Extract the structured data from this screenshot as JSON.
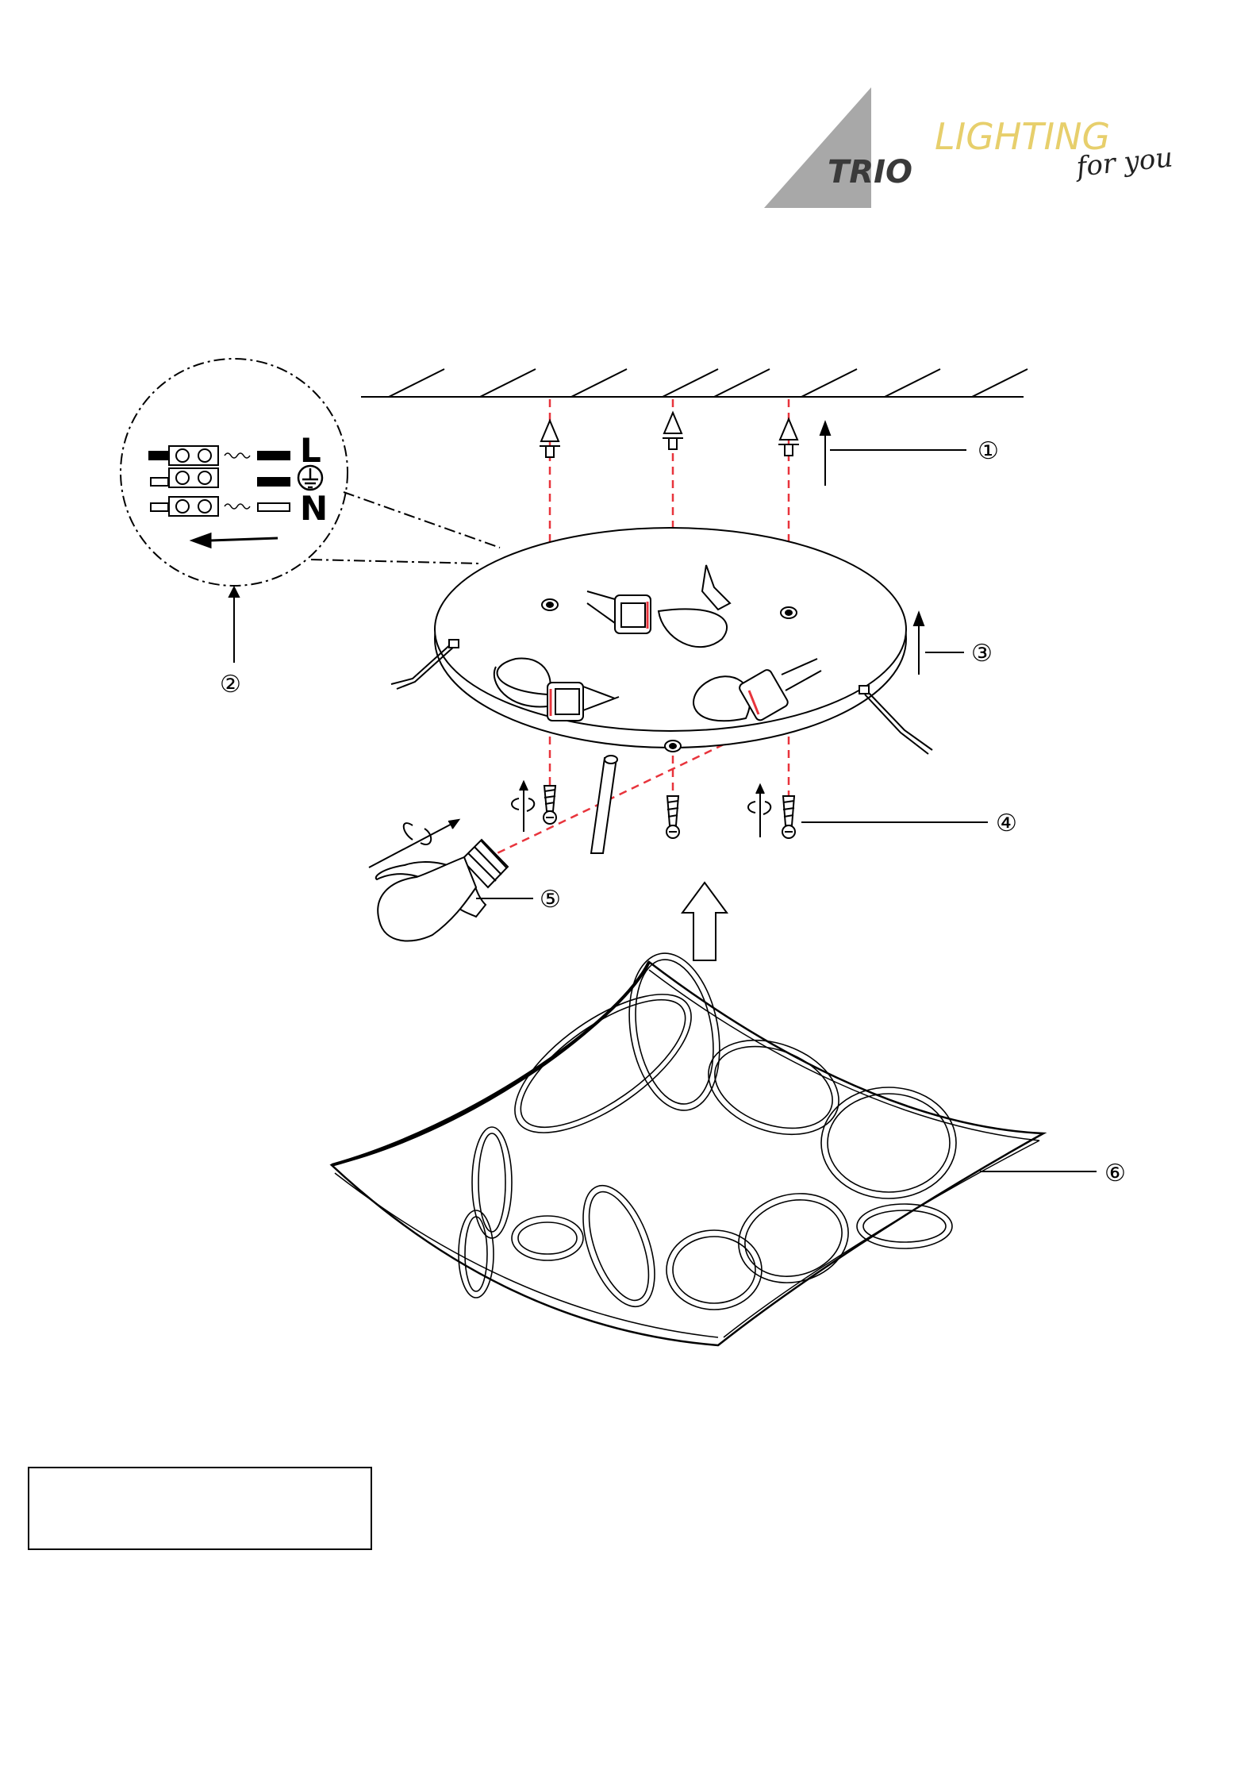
{
  "logo": {
    "brand": "TRIO",
    "tagline_main": "LIGHTING",
    "tagline_sub": "for you",
    "colors": {
      "triangle": "#a8a8a8",
      "tagline": "#e7cf6c",
      "brand_text": "#3a3a3a"
    }
  },
  "wiring": {
    "live": "L",
    "neutral": "N"
  },
  "callouts": [
    "①",
    "②",
    "③",
    "④",
    "⑤",
    "⑥"
  ],
  "colors": {
    "guide_lines": "#e8343c",
    "ink": "#000000"
  }
}
